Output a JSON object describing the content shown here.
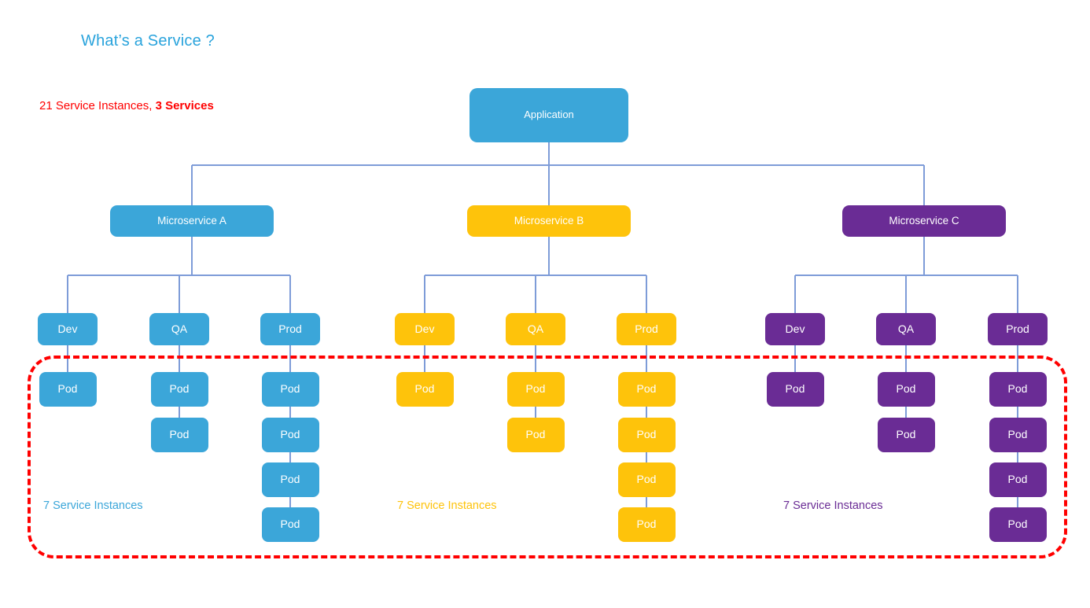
{
  "page": {
    "title": "What’s a Service ?",
    "summary_prefix": "21 Service Instances, ",
    "summary_bold": "3 Services",
    "background": "#ffffff"
  },
  "colors": {
    "title": "#29A3DC",
    "summary": "#FF0000",
    "connector": "#7E9CD8",
    "region_outline": "#FF0000",
    "blue": "#3BA6D9",
    "yellow": "#FEC30B",
    "purple": "#6A2C95"
  },
  "root": {
    "label": "Application",
    "color": "blue"
  },
  "region": {
    "name": "service-instances-region",
    "style": "red-dashed-rounded"
  },
  "microservices": [
    {
      "label": "Microservice A",
      "color": "blue",
      "instances_label": "7 Service Instances",
      "environments": [
        {
          "label": "Dev",
          "pods": [
            "Pod"
          ]
        },
        {
          "label": "QA",
          "pods": [
            "Pod",
            "Pod"
          ]
        },
        {
          "label": "Prod",
          "pods": [
            "Pod",
            "Pod",
            "Pod",
            "Pod"
          ]
        }
      ]
    },
    {
      "label": "Microservice B",
      "color": "yellow",
      "instances_label": "7 Service Instances",
      "environments": [
        {
          "label": "Dev",
          "pods": [
            "Pod"
          ]
        },
        {
          "label": "QA",
          "pods": [
            "Pod",
            "Pod"
          ]
        },
        {
          "label": "Prod",
          "pods": [
            "Pod",
            "Pod",
            "Pod",
            "Pod"
          ]
        }
      ]
    },
    {
      "label": "Microservice C",
      "color": "purple",
      "instances_label": "7 Service Instances",
      "environments": [
        {
          "label": "Dev",
          "pods": [
            "Pod"
          ]
        },
        {
          "label": "QA",
          "pods": [
            "Pod",
            "Pod"
          ]
        },
        {
          "label": "Prod",
          "pods": [
            "Pod",
            "Pod",
            "Pod",
            "Pod"
          ]
        }
      ]
    }
  ]
}
